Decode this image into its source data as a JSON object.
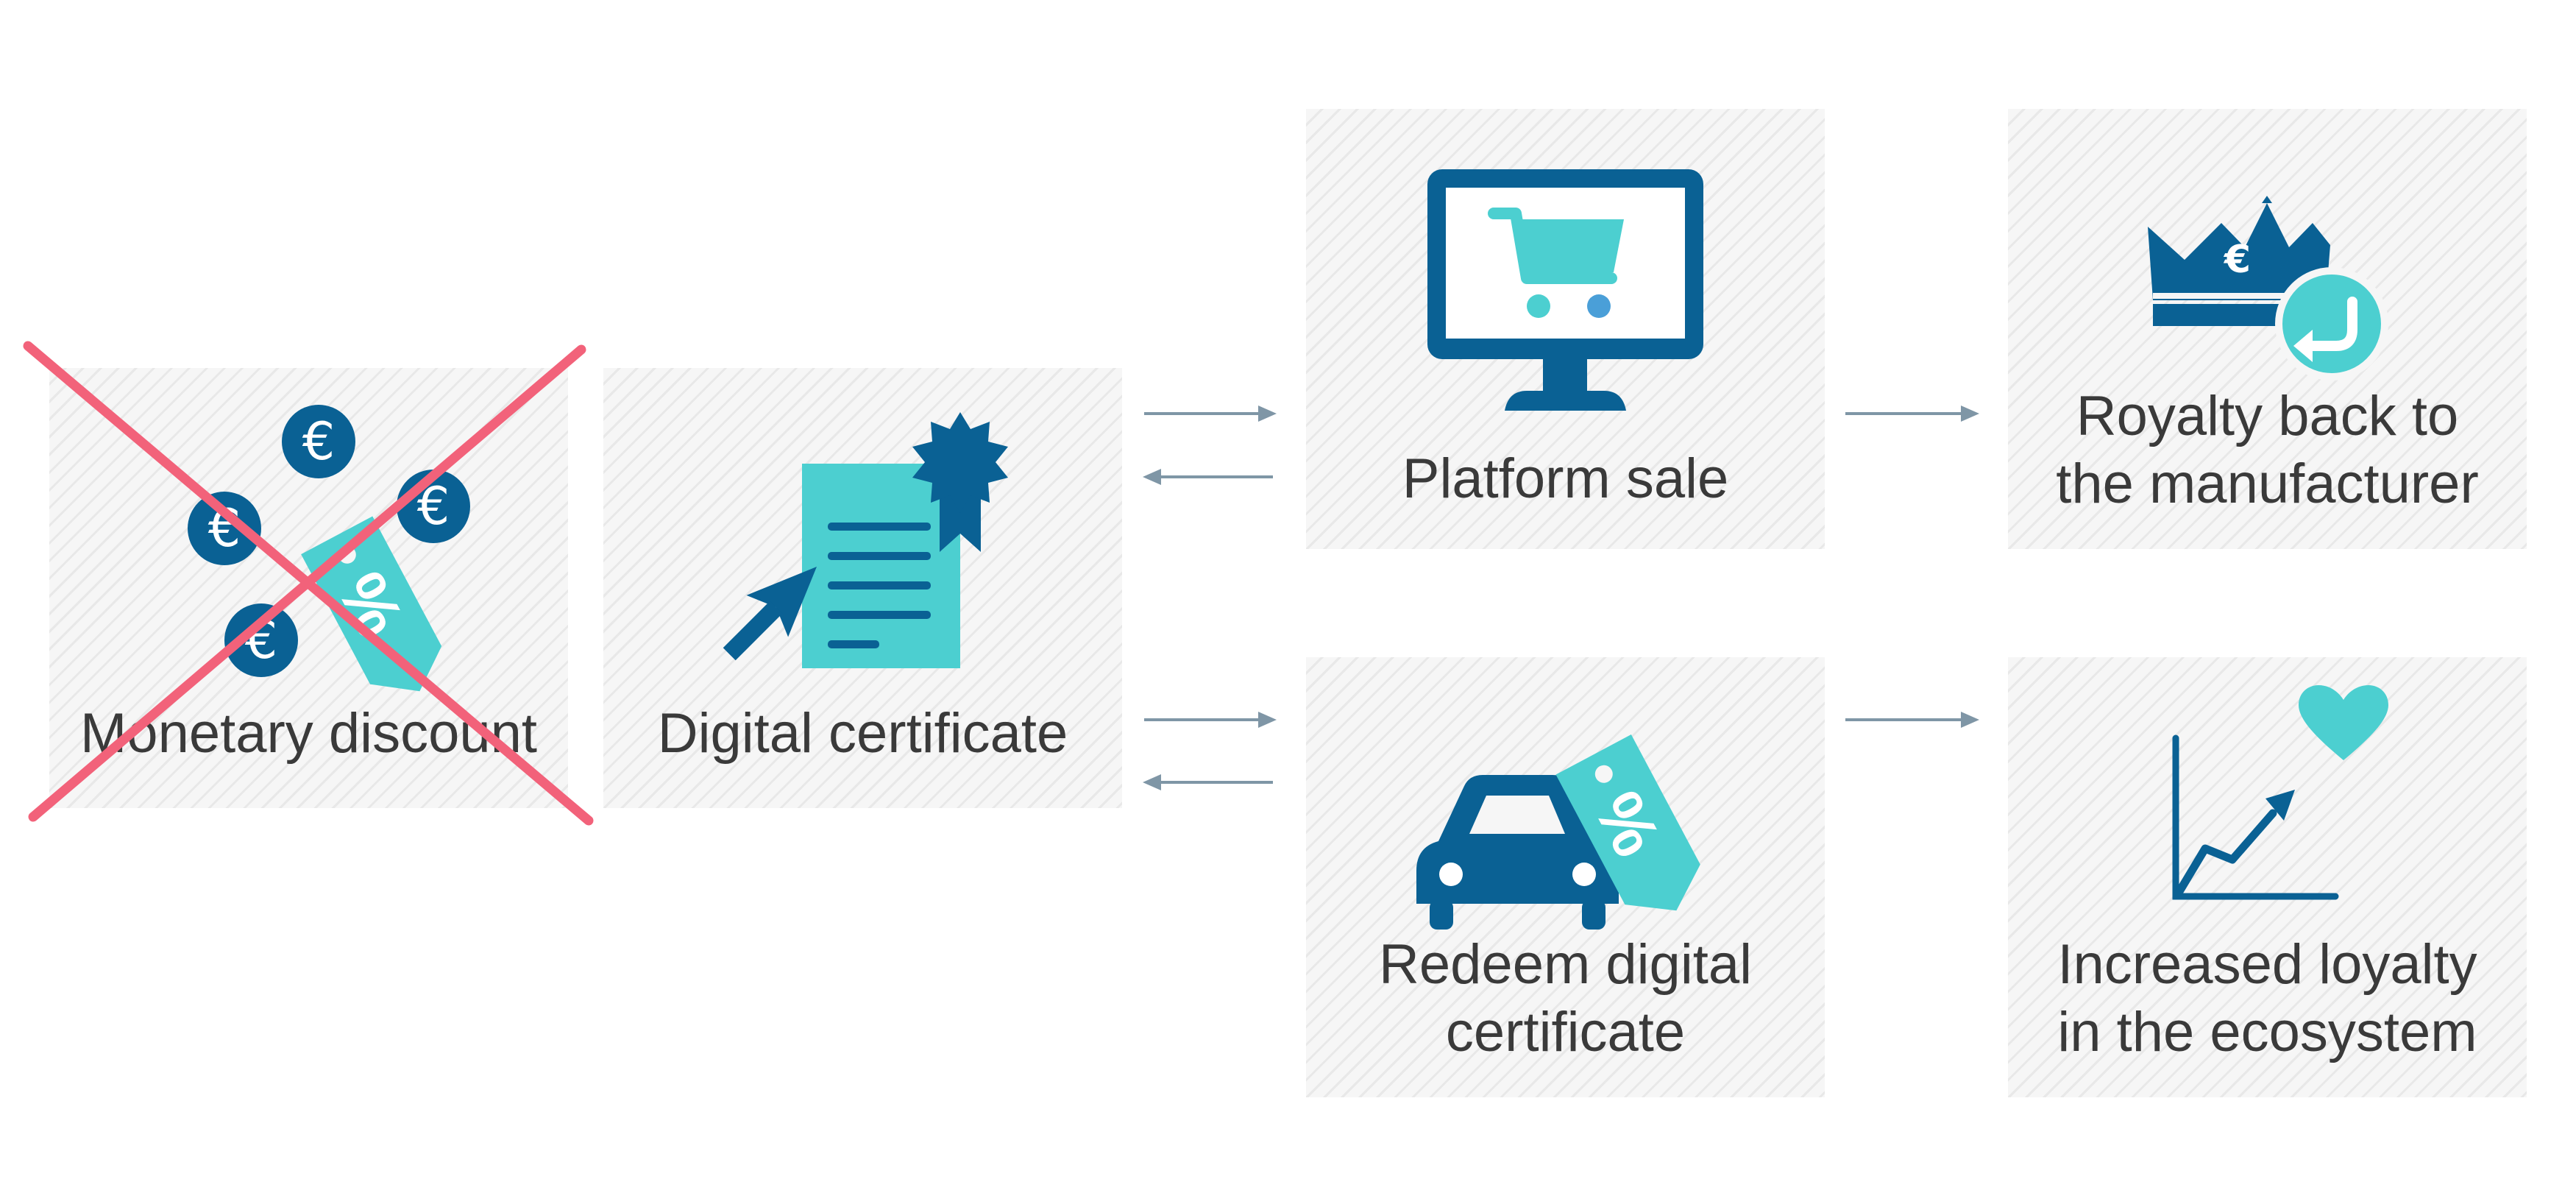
{
  "nodes": {
    "monetary_discount": {
      "label": "Monetary discount",
      "crossed_out": true
    },
    "digital_certificate": {
      "label": "Digital certificate"
    },
    "platform_sale": {
      "label": "Platform sale"
    },
    "royalty": {
      "label_line1": "Royalty back to",
      "label_line2": "the manufacturer"
    },
    "redeem": {
      "label_line1": "Redeem digital",
      "label_line2": "certificate"
    },
    "loyalty": {
      "label_line1": "Increased loyalty",
      "label_line2": "in the ecosystem"
    }
  },
  "symbols": {
    "currency": "€",
    "percent": "%"
  },
  "colors": {
    "dark_blue": "#0a6194",
    "teal": "#4ccfd0",
    "cross_red": "#f2627a",
    "arrow_gray": "#7f96a6",
    "text": "#3a3a3a",
    "box_bg": "#f6f6f6"
  },
  "icons": {
    "monetary_discount": [
      "euro-coin-icon",
      "discount-tag-icon"
    ],
    "digital_certificate": [
      "document-icon",
      "award-seal-icon",
      "cursor-arrow-icon"
    ],
    "platform_sale": [
      "monitor-icon",
      "shopping-cart-icon"
    ],
    "royalty": [
      "crown-icon",
      "return-arrow-icon"
    ],
    "redeem": [
      "car-icon",
      "discount-tag-icon"
    ],
    "loyalty": [
      "growth-chart-icon",
      "heart-icon"
    ]
  }
}
